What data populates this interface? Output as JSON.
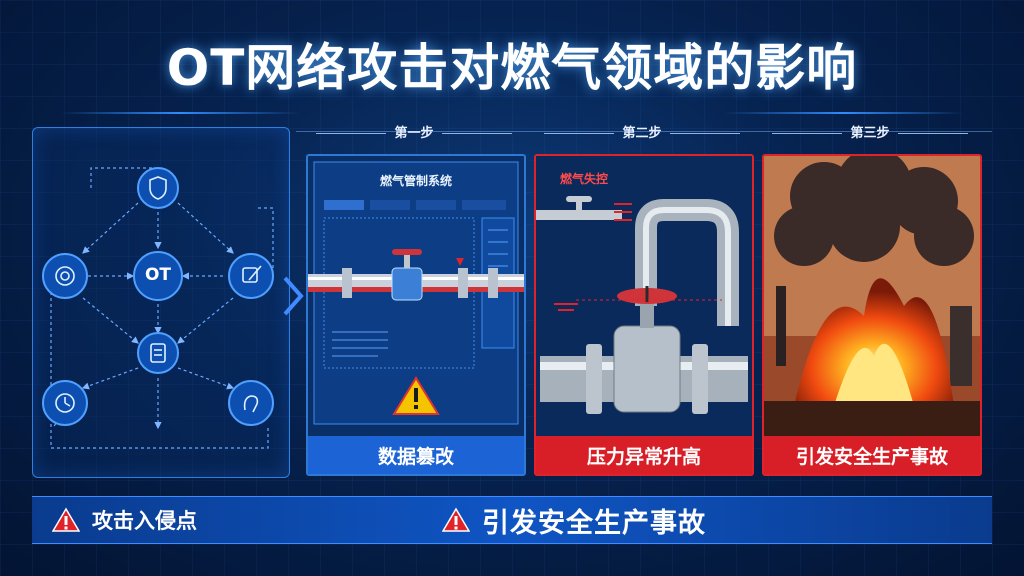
{
  "title": "OT网络攻击对燃气领域的影响",
  "network": {
    "center_label": "OT",
    "nodes": [
      "shield-icon",
      "fingerprint-icon",
      "edit-icon",
      "device-icon",
      "clock-icon",
      "hand-icon"
    ]
  },
  "steps": [
    {
      "label": "第一步",
      "caption": "数据篡改",
      "screen_title": "燃气管制系统"
    },
    {
      "label": "第二步",
      "caption": "压力异常升高",
      "screen_title": "燃气失控"
    },
    {
      "label": "第三步",
      "caption": "引发安全生产事故"
    }
  ],
  "bottom": {
    "left_text": "攻击入侵点",
    "right_text": "引发安全生产事故"
  },
  "colors": {
    "accent_blue": "#2f8cff",
    "alert_red": "#e0222b",
    "warning_yellow": "#f5c400",
    "bar_blue": "#0f55c4"
  }
}
